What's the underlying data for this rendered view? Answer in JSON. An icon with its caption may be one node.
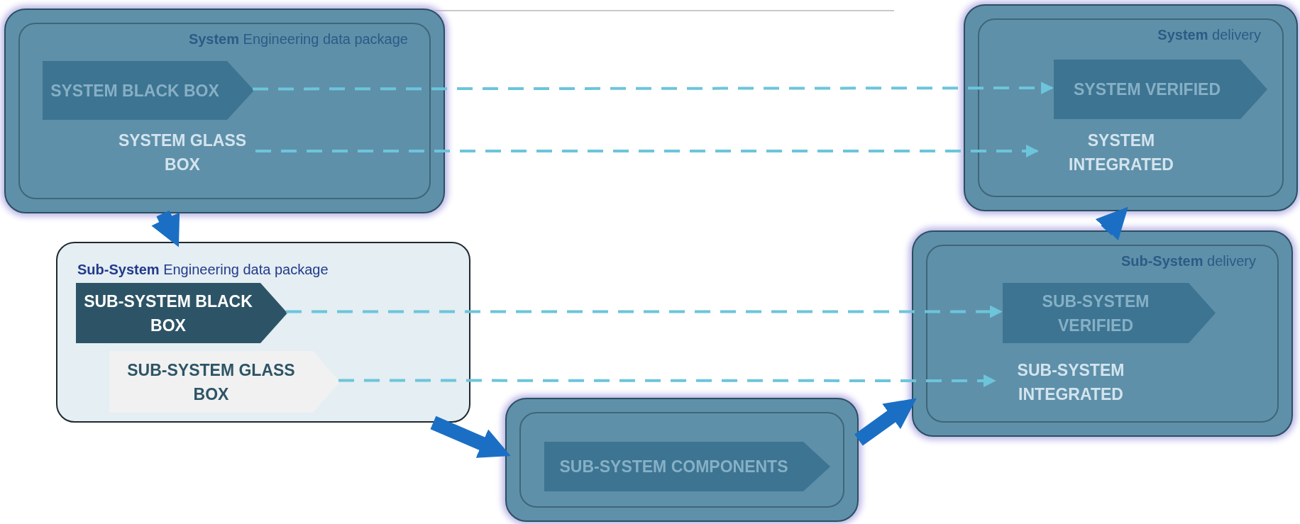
{
  "diagram": {
    "nodes": [
      {
        "text": [
          "**System** Engineering data package"
        ]
      },
      {
        "text": [
          "SYSTEM BLACK BOX"
        ],
        "in": 0
      },
      {
        "text": [
          "SYSTEM GLASS BOX"
        ],
        "in": 0
      },
      {
        "text": [
          "**Sub-System** Engineering data package"
        ]
      },
      {
        "text": [
          "SUB-SYSTEM BLACK BOX"
        ],
        "in": 3
      },
      {
        "text": [
          "SUB-SYSTEM GLASS BOX"
        ],
        "in": 3
      },
      {
        "text": [],
        "shape": "box"
      },
      {
        "text": [
          "SUB-SYSTEM COMPONENTS"
        ],
        "in": 6
      },
      {
        "text": [
          "**Sub-System** delivery"
        ]
      },
      {
        "text": [
          "SUB-SYSTEM VERIFIED"
        ],
        "in": 8
      },
      {
        "text": [
          "SUB-SYSTEM INTEGRATED"
        ],
        "in": 8
      },
      {
        "text": [
          "**System** delivery"
        ]
      },
      {
        "text": [
          "SYSTEM VERIFIED"
        ],
        "in": 11
      },
      {
        "text": [
          "SYSTEM INTEGRATED"
        ],
        "in": 11
      }
    ],
    "edges": [
      {
        "from": 1,
        "to": 12,
        "arrow": "to",
        "style": "dashed",
        "color": "#6cc5da"
      },
      {
        "from": 2,
        "to": 13,
        "arrow": "to",
        "style": "dashed",
        "color": "#6cc5da"
      },
      {
        "from": 4,
        "to": 9,
        "arrow": "to",
        "style": "dashed",
        "color": "#6cc5da"
      },
      {
        "from": 5,
        "to": 10,
        "arrow": "to",
        "style": "dashed",
        "color": "#6cc5da"
      },
      {
        "from": 0,
        "to": 3,
        "arrow": "to",
        "style": "thick",
        "color": "#1a6fc4"
      },
      {
        "from": 3,
        "to": 6,
        "arrow": "to",
        "style": "thick",
        "color": "#1a6fc4"
      },
      {
        "from": 6,
        "to": 8,
        "arrow": "to",
        "style": "thick",
        "color": "#1a6fc4"
      },
      {
        "from": 8,
        "to": 11,
        "arrow": "to",
        "style": "thick",
        "color": "#1a6fc4"
      }
    ]
  }
}
